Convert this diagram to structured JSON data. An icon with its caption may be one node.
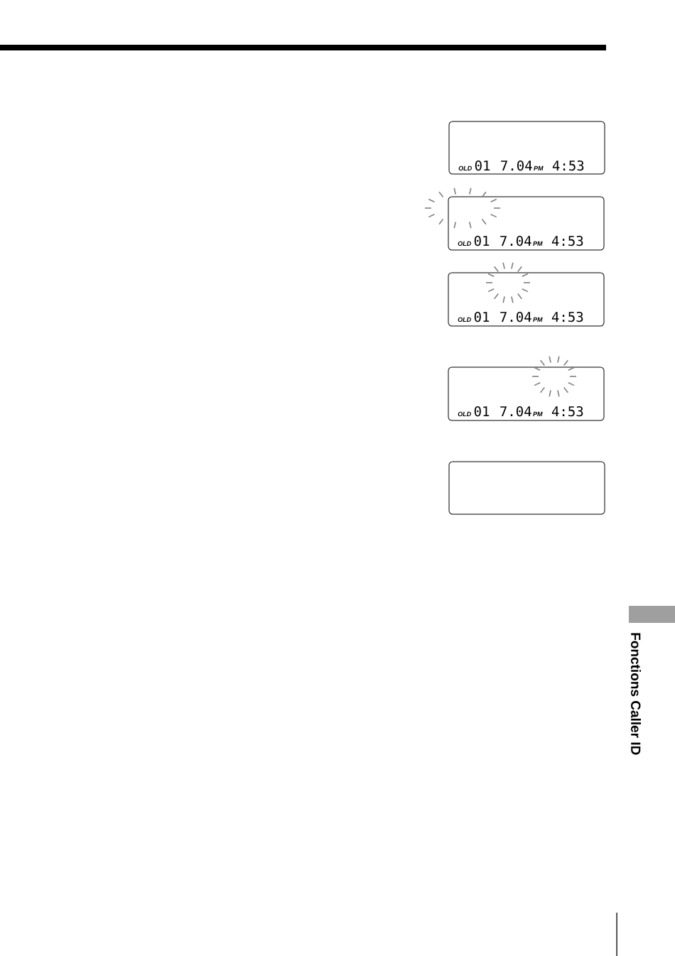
{
  "diagram": {
    "nodes": [
      {
        "text": [
          "OLD",
          "01",
          "7.04",
          "PM",
          "4:53"
        ]
      },
      {
        "text": [
          "OLD",
          "01",
          "7.04",
          "PM",
          "4:53"
        ]
      },
      {
        "text": [
          "OLD",
          "01",
          "7.04",
          "PM",
          "4:53"
        ]
      },
      {
        "text": [
          "OLD",
          "01",
          "7.04",
          "PM",
          "4:53"
        ]
      },
      {
        "text": [],
        "shape": "box"
      }
    ],
    "labels": [
      "Fonctions Caller ID"
    ]
  }
}
